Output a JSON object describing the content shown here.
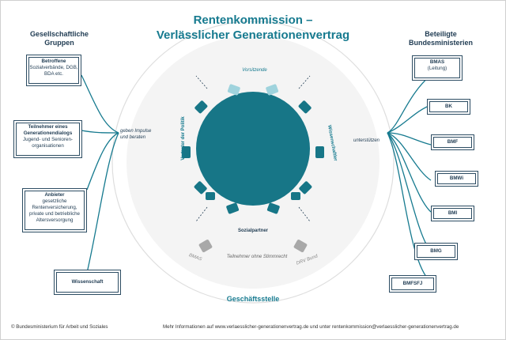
{
  "title": {
    "line1": "Rentenkommission –",
    "line2": "Verlässlicher Generationenvertrag"
  },
  "left": {
    "heading_line1": "Gesellschaftliche",
    "heading_line2": "Gruppen",
    "note_line1": "geben Impulse",
    "note_line2": "und beraten",
    "boxes": [
      {
        "title": "Betroffene",
        "lines": [
          "Sozialverbände, DGB,",
          "BDA etc."
        ]
      },
      {
        "title": "Teilnehmer eines Generationendialogs",
        "lines": [
          "Jugend- und Senioren-",
          "organisationen"
        ]
      },
      {
        "title": "Anbieter",
        "lines": [
          "gesetzliche",
          "Rentenversicherung,",
          "private und betriebliche",
          "Altersversorgung"
        ]
      },
      {
        "title": "Wissenschaft",
        "lines": []
      }
    ]
  },
  "right": {
    "heading_line1": "Beteiligte",
    "heading_line2": "Bundesministerien",
    "note": "unterstützen",
    "boxes": [
      {
        "title": "BMAS",
        "sub": "(Leitung)"
      },
      {
        "title": "BK",
        "sub": ""
      },
      {
        "title": "BMF",
        "sub": ""
      },
      {
        "title": "BMWi",
        "sub": ""
      },
      {
        "title": "BMI",
        "sub": ""
      },
      {
        "title": "BMG",
        "sub": ""
      },
      {
        "title": "BMFSFJ",
        "sub": ""
      }
    ]
  },
  "circle_labels": {
    "chair": "Vorsitzende",
    "politics": "Vertreter der Politik",
    "science": "Wissenschaftler",
    "social": "Sozialpartner",
    "bmas": "BMAS",
    "nonvoting": "Teilnehmer ohne Stimmrecht",
    "drv": "DRV Bund",
    "office": "Geschäftsstelle"
  },
  "footer": {
    "left": "© Bundesministerium für Arbeit und Soziales",
    "right": "Mehr Informationen auf www.verlaesslicher-generationenvertrag.de und unter rentenkommission@verlaesslicher-generationenvertrag.de"
  },
  "colors": {
    "teal": "#167a8f",
    "navy": "#1f3b52",
    "chair_light": "#9fd3dd",
    "grey_chair": "#a8a8a8"
  }
}
